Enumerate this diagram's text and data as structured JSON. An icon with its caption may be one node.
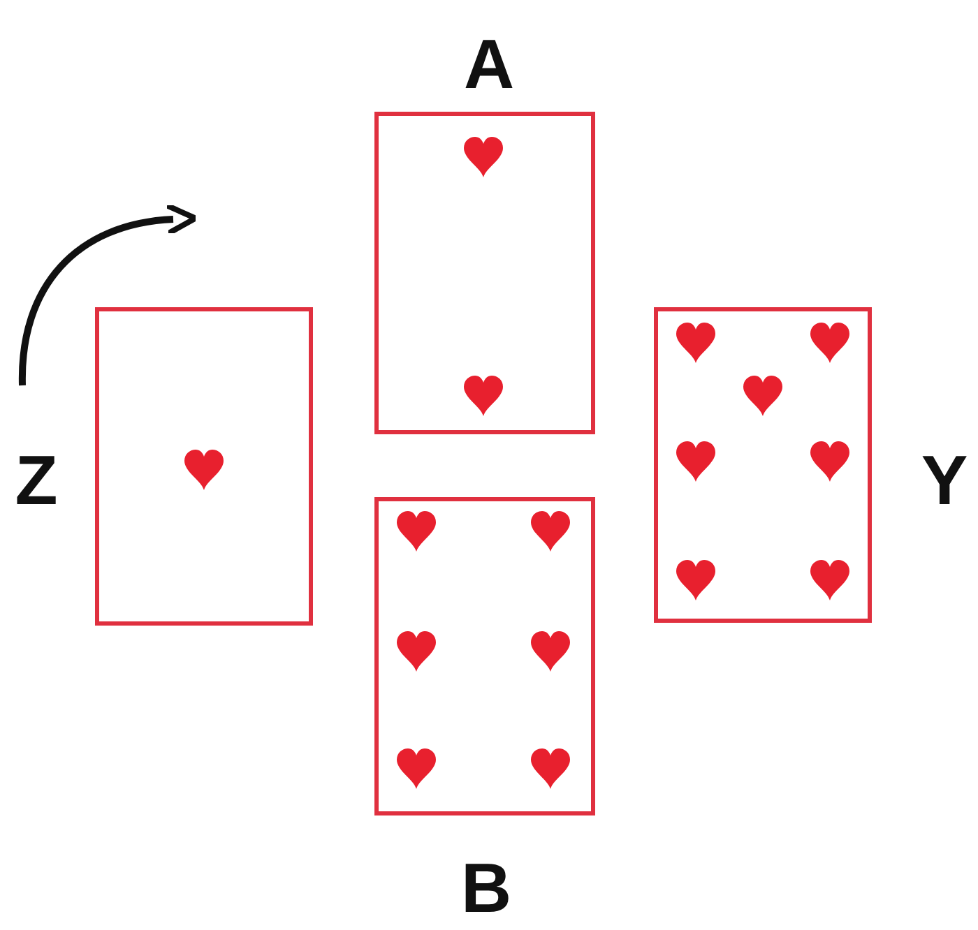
{
  "diagram": {
    "nodes": [
      {
        "text": [
          "A"
        ]
      },
      {
        "text": [
          "Z"
        ]
      },
      {
        "text": [
          "Y"
        ]
      },
      {
        "text": [
          "B"
        ]
      }
    ]
  }
}
